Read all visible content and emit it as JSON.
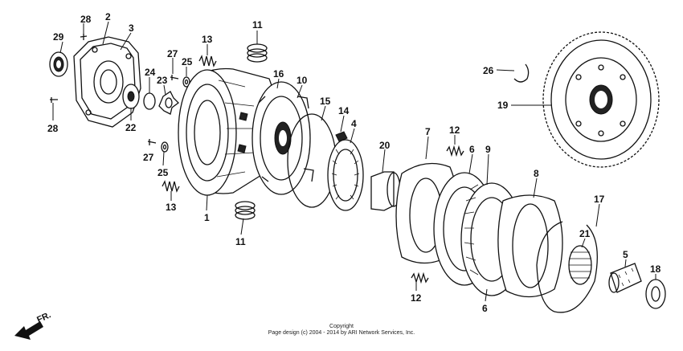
{
  "callouts": [
    {
      "label": "28"
    },
    {
      "label": "2"
    },
    {
      "label": "3"
    },
    {
      "label": "29"
    },
    {
      "label": "28"
    },
    {
      "label": "22"
    },
    {
      "label": "24"
    },
    {
      "label": "23"
    },
    {
      "label": "27"
    },
    {
      "label": "25"
    },
    {
      "label": "13"
    },
    {
      "label": "27"
    },
    {
      "label": "25"
    },
    {
      "label": "13"
    },
    {
      "label": "1"
    },
    {
      "label": "11"
    },
    {
      "label": "11"
    },
    {
      "label": "16"
    },
    {
      "label": "10"
    },
    {
      "label": "15"
    },
    {
      "label": "14"
    },
    {
      "label": "4"
    },
    {
      "label": "20"
    },
    {
      "label": "7"
    },
    {
      "label": "12"
    },
    {
      "label": "6"
    },
    {
      "label": "9"
    },
    {
      "label": "8"
    },
    {
      "label": "17"
    },
    {
      "label": "21"
    },
    {
      "label": "5"
    },
    {
      "label": "18"
    },
    {
      "label": "12"
    },
    {
      "label": "6"
    },
    {
      "label": "26"
    },
    {
      "label": "19"
    }
  ],
  "footer": {
    "line1": "Copyright",
    "line2": "Page design (c) 2004 - 2014 by ARI Network Services, Inc."
  },
  "direction": {
    "label": "FR."
  }
}
